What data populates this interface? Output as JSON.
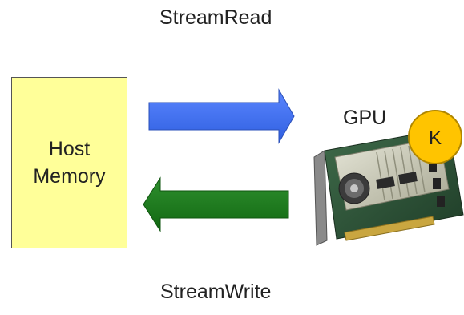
{
  "labels": {
    "stream_read": "StreamRead",
    "stream_write": "StreamWrite",
    "gpu": "GPU",
    "host_line1": "Host",
    "host_line2": "Memory",
    "kernel_badge": "K"
  },
  "colors": {
    "host_fill": "#ffff99",
    "read_arrow": "#3d6cf0",
    "write_arrow": "#1a7a1a",
    "kernel_badge": "#ffc400"
  },
  "icons": {
    "gpu_card": "graphics-card-icon",
    "kernel_badge": "kernel-circle-icon"
  }
}
